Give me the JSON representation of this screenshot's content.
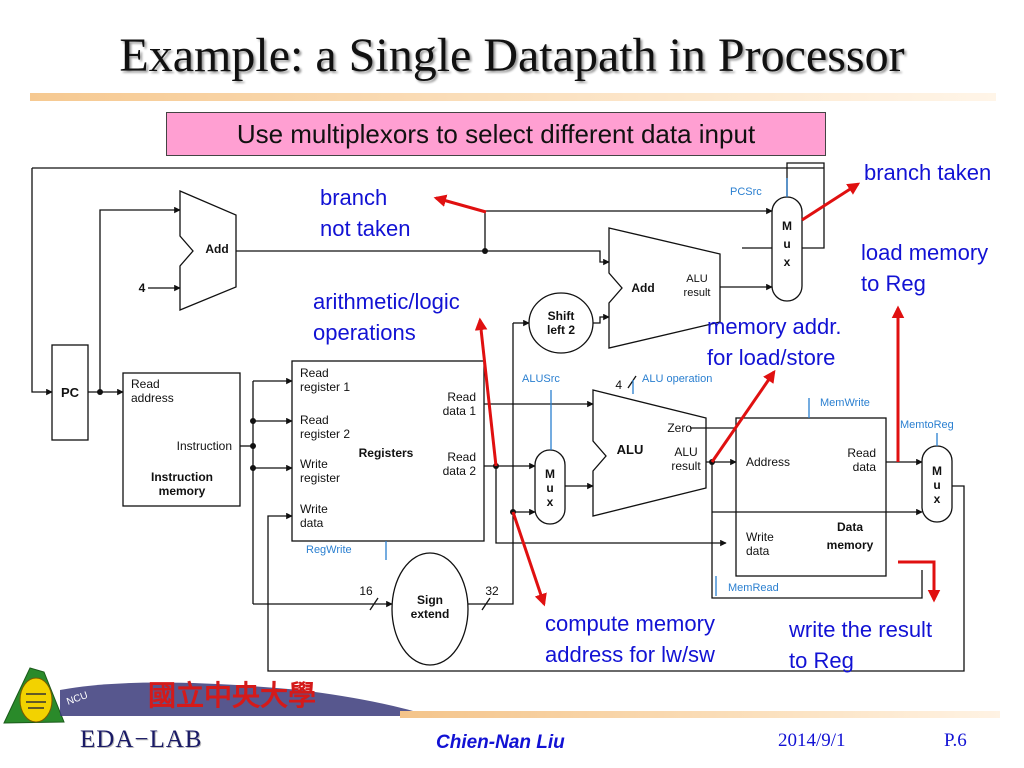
{
  "slide": {
    "title": "Example: a Single Datapath in Processor",
    "subtitle": "Use multiplexors to select different data input"
  },
  "annotations": {
    "branch_not_taken_1": "branch",
    "branch_not_taken_2": "not taken",
    "branch_taken": "branch taken",
    "load_mem_1": "load memory",
    "load_mem_2": "to Reg",
    "arith_1": "arithmetic/logic",
    "arith_2": "operations",
    "mem_addr_1": "memory addr.",
    "mem_addr_2": "for load/store",
    "compute_1": "compute memory",
    "compute_2": "address for lw/sw",
    "write_1": "write the result",
    "write_2": "to Reg"
  },
  "diagram": {
    "pc": "PC",
    "add": "Add",
    "four": "4",
    "add2": "Add",
    "alu_result_1": "ALU",
    "alu_result_2": "result",
    "shift_1": "Shift",
    "shift_2": "left 2",
    "pcsrc": "PCSrc",
    "mux_m": "M",
    "mux_u": "u",
    "mux_x": "x",
    "imem_read_1": "Read",
    "imem_read_2": "address",
    "imem_instruction": "Instruction",
    "imem_name_1": "Instruction",
    "imem_name_2": "memory",
    "reg_read1_1": "Read",
    "reg_read1_2": "register 1",
    "reg_read2_1": "Read",
    "reg_read2_2": "register 2",
    "reg_write_1": "Write",
    "reg_write_2": "register",
    "reg_wdata_1": "Write",
    "reg_wdata_2": "data",
    "reg_name": "Registers",
    "reg_rdata1_1": "Read",
    "reg_rdata1_2": "data 1",
    "reg_rdata2_1": "Read",
    "reg_rdata2_2": "data 2",
    "regwrite": "RegWrite",
    "alusrc": "ALUSrc",
    "aluop_4": "4",
    "aluop": "ALU operation",
    "alu": "ALU",
    "zero": "Zero",
    "alu_r_1": "ALU",
    "alu_r_2": "result",
    "memwrite": "MemWrite",
    "memtoreg": "MemtoReg",
    "dmem_addr": "Address",
    "dmem_read_1": "Read",
    "dmem_read_2": "data",
    "dmem_write_1": "Write",
    "dmem_write_2": "data",
    "dmem_name_1": "Data",
    "dmem_name_2": "memory",
    "memread": "MemRead",
    "sign_1": "Sign",
    "sign_2": "extend",
    "bits16": "16",
    "bits32": "32"
  },
  "footer": {
    "author": "Chien-Nan Liu",
    "date": "2014/9/1",
    "page": "P.6",
    "lab_name": "EDA−LAB",
    "univ_name": "國立中央大學",
    "logo_text": "NCU"
  },
  "colors": {
    "annotation_text": "#1212d4",
    "arrow": "#e01010",
    "control": "#2a7fd0",
    "subtitle_bg": "#ff9fd2"
  }
}
